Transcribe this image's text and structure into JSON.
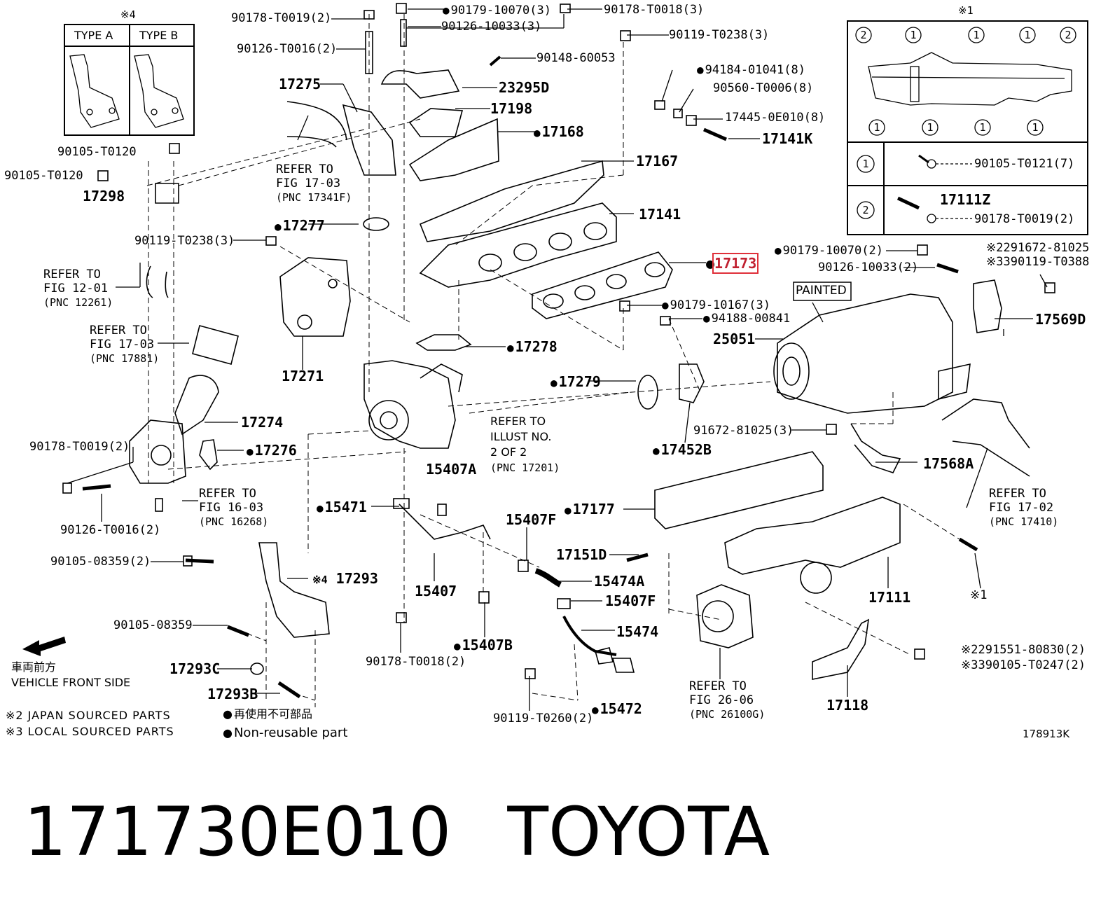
{
  "labels": {
    "p90178_T0019_2_top": "90178-T0019(2)",
    "p90179_10070_3": "90179-10070(3)",
    "p90178_T0018_3": "90178-T0018(3)",
    "p90126_10033_3": "90126-10033(3)",
    "p90126_T0016_2_top": "90126-T0016(2)",
    "p90119_T0238_3_top": "90119-T0238(3)",
    "p90148_60053": "90148-60053",
    "p94184_01041_8": "94184-01041(8)",
    "p17275": "17275",
    "p23295D": "23295D",
    "p90560_T0006_8": "90560-T0006(8)",
    "p17198": "17198",
    "p17445_0E010_8": "17445-0E010(8)",
    "p17168": "17168",
    "p17141K": "17141K",
    "p90105_T0120_a": "90105-T0120",
    "p90105_T0120_b": "90105-T0120",
    "p17167": "17167",
    "p17298": "17298",
    "p17141": "17141",
    "p17277": "17277",
    "p90119_T0238_3_left": "90119-T0238(3)",
    "p17173": "17173",
    "p90179_10070_2": "90179-10070(2)",
    "p291672_81025": "291672-81025",
    "p390119_T0388": "390119-T0388",
    "p90126_10033_2": "90126-10033(2)",
    "painted": "PAINTED",
    "p90179_10167_3": "90179-10167(3)",
    "p94188_00841": "94188-00841",
    "p17569D": "17569D",
    "p25051": "25051",
    "p17278": "17278",
    "p17271": "17271",
    "p17279": "17279",
    "p17274": "17274",
    "p91672_81025_3": "91672-81025(3)",
    "p17452B": "17452B",
    "p90178_T0019_2_left": "90178-T0019(2)",
    "p17276": "17276",
    "p15407A": "15407A",
    "p17568A": "17568A",
    "p17177": "17177",
    "p90126_T0016_2_bottom": "90126-T0016(2)",
    "p15471": "15471",
    "p15407F_a": "15407F",
    "p17151D": "17151D",
    "p90105_08359_2": "90105-08359(2)",
    "p17293": "17293",
    "p15474A": "15474A",
    "p15407": "15407",
    "p17111": "17111",
    "p15407F_b": "15407F",
    "p90105_08359": "90105-08359",
    "p15474": "15474",
    "p15407B": "15407B",
    "p291551_80830_2": "291551-80830(2)",
    "p390105_T0247_2": "390105-T0247(2)",
    "p17293C": "17293C",
    "p90178_T0018_2": "90178-T0018(2)",
    "p17293B": "17293B",
    "p15472": "15472",
    "p90119_T0260_2": "90119-T0260(2)",
    "p17118": "17118",
    "diagram_id": "178913K"
  },
  "refer": {
    "r1": [
      "REFER TO",
      "FIG 17-03",
      "(PNC 17341F)"
    ],
    "r2": [
      "REFER TO",
      "FIG 12-01",
      "(PNC 12261)"
    ],
    "r3": [
      "REFER TO",
      "FIG 17-03",
      "(PNC 17881)"
    ],
    "r4": [
      "REFER TO",
      "ILLUST NO.",
      "2 OF 2",
      "(PNC 17201)"
    ],
    "r5": [
      "REFER TO",
      "FIG 16-03",
      "(PNC 16268)"
    ],
    "r6": [
      "REFER TO",
      "FIG 17-02",
      "(PNC 17410)"
    ],
    "r7": [
      "REFER TO",
      "FIG 26-06",
      "(PNC 26100G)"
    ]
  },
  "type_table": {
    "mark": "※4",
    "type_a": "TYPE A",
    "type_b": "TYPE B"
  },
  "detail_box": {
    "mark": "※1",
    "row1_part": "90105-T0121(7)",
    "row2_part_a": "17111Z",
    "row2_part_b": "90178-T0019(2)"
  },
  "marks": {
    "star1": "※1",
    "star4": "※4",
    "star2": "※2",
    "star3": "※3"
  },
  "legend": {
    "front_jp": "車両前方",
    "front_en": "VEHICLE FRONT SIDE",
    "japan_sourced": "※2 JAPAN SOURCED PARTS",
    "local_sourced": "※3 LOCAL SOURCED PARTS",
    "nonreusable_jp": "再使用不可部品",
    "nonreusable_en": "Non-reusable part"
  },
  "footer": {
    "part_number": "171730E010",
    "brand": "TOYOTA"
  },
  "colors": {
    "highlight": "#e0303a",
    "line": "#000000"
  }
}
